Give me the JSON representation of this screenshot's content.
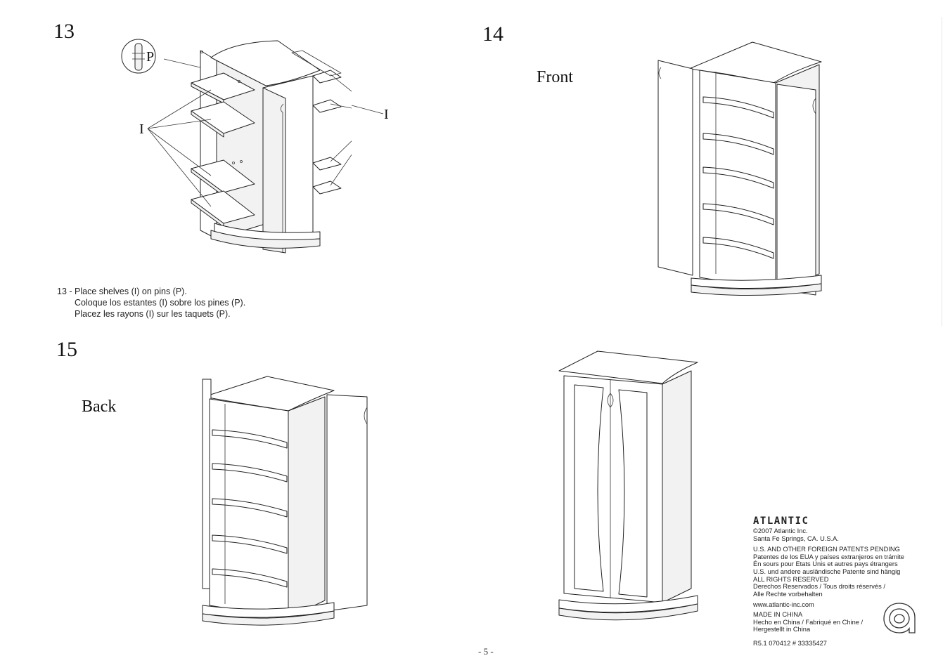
{
  "steps": {
    "s13": {
      "number": "13"
    },
    "s14": {
      "number": "14",
      "view_label": "Front"
    },
    "s15": {
      "number": "15",
      "view_label": "Back"
    }
  },
  "callouts": {
    "pin": "P",
    "shelf_left": "I",
    "shelf_right": "I"
  },
  "instructions_13": [
    "13 - Place shelves (I) on pins (P).",
    "Coloque los estantes (I) sobre los pines (P).",
    "Placez les rayons (I) sur les taquets (P)."
  ],
  "footer": {
    "brand": "ATLANTIC",
    "copyright": "©2007 Atlantic Inc.",
    "address": "Santa Fe Springs, CA. U.S.A.",
    "patents": [
      "U.S. AND OTHER FOREIGN PATENTS PENDING",
      "Patentes de los EUA y países extranjeros en trámite",
      "Én sours pour Etats Unis et autres pays étrangers",
      "U.S. und andere ausländische Patente sind hängig"
    ],
    "rights": [
      "ALL RIGHTS RESERVED",
      "Derechos Reservados / Tous droits réservés /",
      "Alle Rechte vorbehalten"
    ],
    "website": "www.atlantic-inc.com",
    "origin": [
      "MADE IN CHINA",
      "Hecho en China / Fabriqué en Chine /",
      "Hergestellt in China"
    ],
    "code": "R5.1  070412  # 33335427"
  },
  "page_number": "- 5 -",
  "icons": {
    "brand_mark": "atlantic-a-logo-icon"
  }
}
